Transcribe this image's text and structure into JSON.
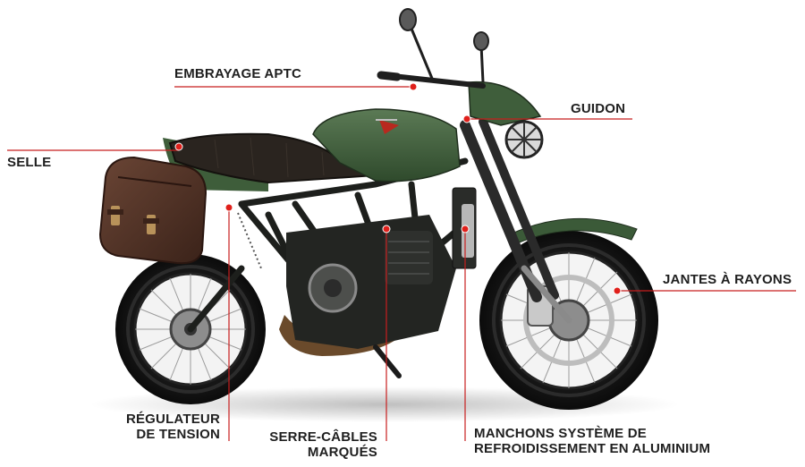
{
  "colors": {
    "leader_line": "#c81e1e",
    "body_green": "#3f5a3a",
    "frame": "#1d1f1c",
    "saddlebag": "#4a2e22",
    "text": "#1f1f1f"
  },
  "labels": {
    "embrayage": "EMBRAYAGE  APTC",
    "guidon": "GUIDON",
    "selle": "SELLE",
    "jantes": "JANTES À RAYONS",
    "regulateur_1": "RÉGULATEUR",
    "regulateur_2": "DE TENSION",
    "serre_1": "SERRE-CÂBLES",
    "serre_2": "MARQUÉS",
    "manchons_1": "MANCHONS SYSTÈME DE",
    "manchons_2": "REFROIDISSEMENT EN ALUMINIUM"
  }
}
